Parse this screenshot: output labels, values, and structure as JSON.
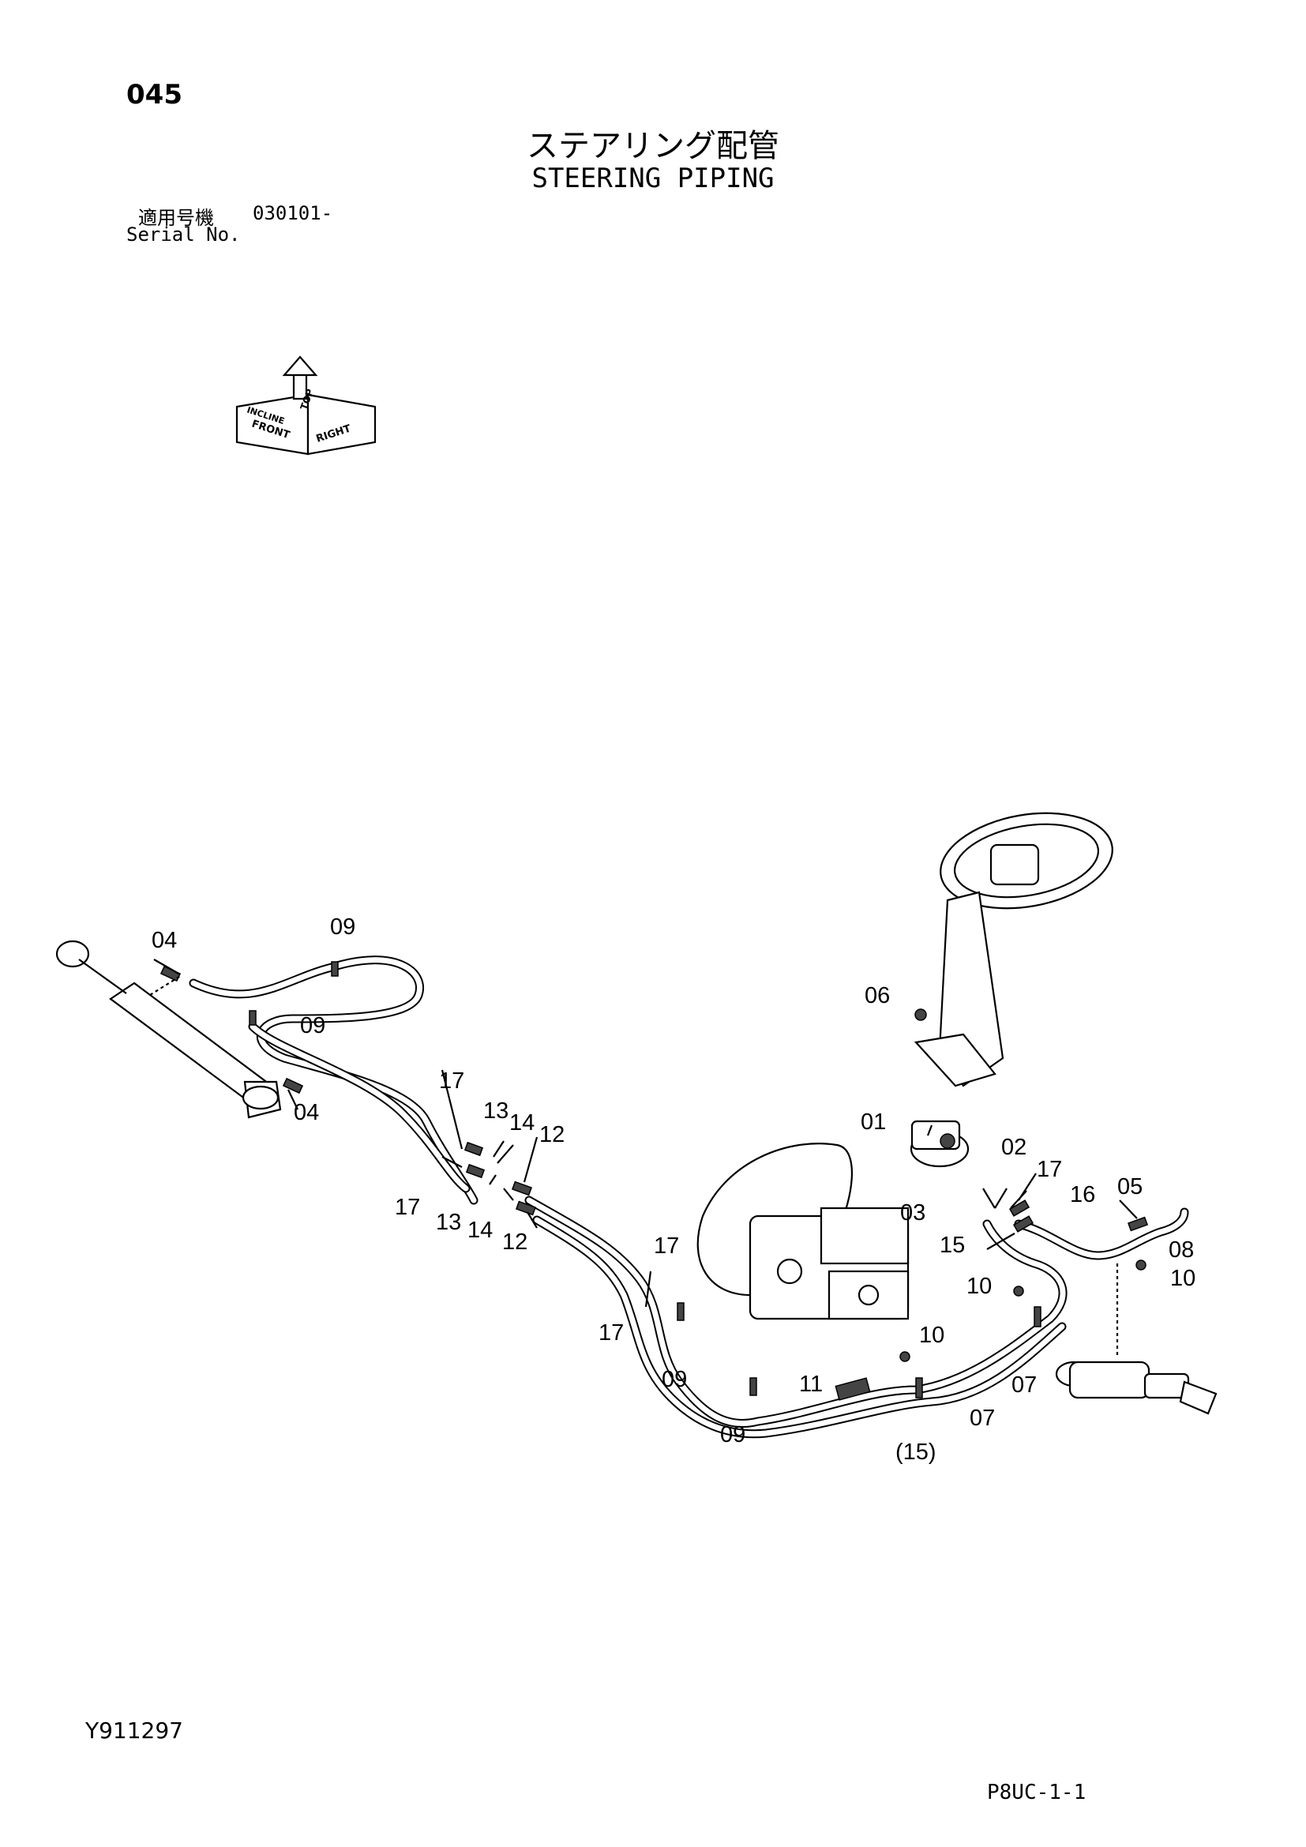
{
  "header": {
    "page_number": "045",
    "title_jp": "ステアリング配管",
    "title_en": "STEERING PIPING",
    "serial_label_jp": "適用号機",
    "serial_value": "030101-",
    "serial_label_en": "Serial No."
  },
  "orientation_icon": {
    "labels": [
      "TOP",
      "FRONT",
      "RIGHT",
      "INCLINE"
    ]
  },
  "callouts": [
    "04",
    "09",
    "09",
    "04",
    "17",
    "17",
    "13",
    "14",
    "12",
    "13",
    "14",
    "12",
    "17",
    "17",
    "09",
    "09",
    "11",
    "10",
    "(15)",
    "07",
    "07",
    "10",
    "15",
    "16",
    "17",
    "05",
    "08",
    "10",
    "02",
    "03",
    "01",
    "06"
  ],
  "footer": {
    "drawing_id": "Y911297",
    "sheet_id": "P8UC-1-1"
  }
}
